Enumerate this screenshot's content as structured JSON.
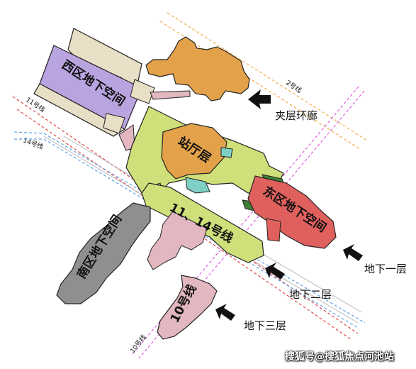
{
  "metro_lines": {
    "line2": "2号线",
    "line11": "11号线",
    "line14": "14号线",
    "line10": "10号线"
  },
  "zones": {
    "west": "西区地下空间",
    "hall": "站厅层",
    "east": "东区地下空间",
    "south": "南区地下空间",
    "platform_11_14": "11、14号线",
    "platform_10": "10号线"
  },
  "levels": {
    "mezzanine": "夹层环廊",
    "b1": "地下一层",
    "b2": "地下二层",
    "b3": "地下三层"
  },
  "watermark": "搜狐号@搜狐焦点河池站",
  "colors": {
    "west": "#b9a4e0",
    "hall": "#e3a24a",
    "yellowgreen": "#cfdf7a",
    "east": "#e0605e",
    "south": "#8f8f8f",
    "pink": "#e2b7bf",
    "teal": "#7fd0c4",
    "darkgreen": "#3f7f33",
    "tan": "#e8dfc6"
  }
}
